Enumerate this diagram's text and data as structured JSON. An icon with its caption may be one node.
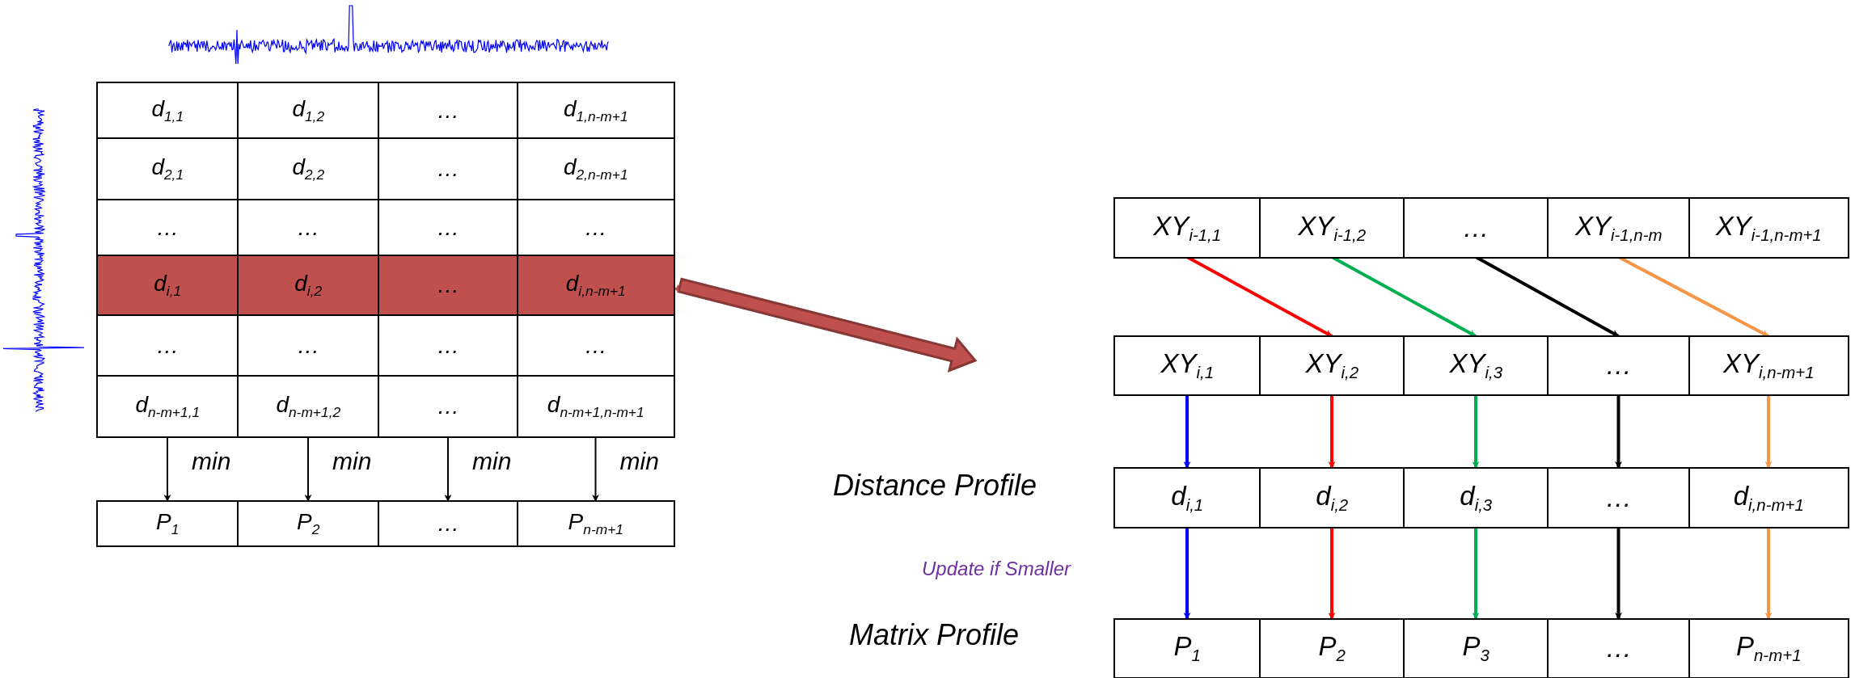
{
  "diagram": {
    "nodes": [
      {
        "text": [
          "d$_{1,1}$"
        ]
      },
      {
        "text": [
          "d$_{1,2}$"
        ]
      },
      {
        "text": [
          "…"
        ]
      },
      {
        "text": [
          "d$_{1,n-m+1}$"
        ]
      },
      {
        "text": [
          "d$_{2,1}$"
        ]
      },
      {
        "text": [
          "d$_{2,2}$"
        ]
      },
      {
        "text": [
          "…"
        ]
      },
      {
        "text": [
          "d$_{2,n-m+1}$"
        ]
      },
      {
        "text": [
          "…"
        ]
      },
      {
        "text": [
          "…"
        ]
      },
      {
        "text": [
          "…"
        ]
      },
      {
        "text": [
          "…"
        ]
      },
      {
        "text": [
          "d$_{i,1}$"
        ]
      },
      {
        "text": [
          "d$_{i,2}$"
        ]
      },
      {
        "text": [
          "…"
        ]
      },
      {
        "text": [
          "d$_{i,n-m+1}$"
        ]
      },
      {
        "text": [
          "…"
        ]
      },
      {
        "text": [
          "…"
        ]
      },
      {
        "text": [
          "…"
        ]
      },
      {
        "text": [
          "…"
        ]
      },
      {
        "text": [
          "d$_{n-m+1,1}$"
        ]
      },
      {
        "text": [
          "d$_{n-m+1,2}$"
        ]
      },
      {
        "text": [
          "…"
        ]
      },
      {
        "text": [
          "d$_{n-m+1,n-m+1}$"
        ]
      },
      {
        "text": [
          "P$_{1}$"
        ]
      },
      {
        "text": [
          "P$_{2}$"
        ]
      },
      {
        "text": [
          "…"
        ]
      },
      {
        "text": [
          "P$_{n-m+1}$"
        ]
      },
      {
        "text": [
          "XY$_{i-1,1}$"
        ]
      },
      {
        "text": [
          "XY$_{i-1,2}$"
        ]
      },
      {
        "text": [
          "…"
        ]
      },
      {
        "text": [
          "XY$_{i-1,n-m}$"
        ]
      },
      {
        "text": [
          "XY$_{i-1,n-m+1}$"
        ]
      },
      {
        "text": [
          "XY$_{i,1}$"
        ]
      },
      {
        "text": [
          "XY$_{i,2}$"
        ]
      },
      {
        "text": [
          "XY$_{i,3}$"
        ]
      },
      {
        "text": [
          "…"
        ]
      },
      {
        "text": [
          "XY$_{i,n-m+1}$"
        ]
      },
      {
        "text": [
          "d$_{i,1}$"
        ]
      },
      {
        "text": [
          "d$_{i,2}$"
        ]
      },
      {
        "text": [
          "d$_{i,3}$"
        ]
      },
      {
        "text": [
          "…"
        ]
      },
      {
        "text": [
          "d$_{i,n-m+1}$"
        ]
      },
      {
        "text": [
          "P$_{1}$"
        ]
      },
      {
        "text": [
          "P$_{2}$"
        ]
      },
      {
        "text": [
          "P$_{3}$"
        ]
      },
      {
        "text": [
          "…"
        ]
      },
      {
        "text": [
          "P$_{n-m+1}$"
        ]
      }
    ],
    "edges": [
      {
        "from": 20,
        "to": 24,
        "arrow": "to",
        "label": "min"
      },
      {
        "from": 21,
        "to": 25,
        "arrow": "to",
        "label": "min"
      },
      {
        "from": 22,
        "to": 26,
        "arrow": "to",
        "label": "min"
      },
      {
        "from": 23,
        "to": 27,
        "arrow": "to",
        "label": "min"
      },
      {
        "from": 15,
        "to": null,
        "arrow": "to",
        "style": "thick",
        "color": "#c0504d"
      },
      {
        "from": 28,
        "to": 34,
        "arrow": "to",
        "color": "#ff0000"
      },
      {
        "from": 29,
        "to": 35,
        "arrow": "to",
        "color": "#00b050"
      },
      {
        "from": 30,
        "to": 36,
        "arrow": "to"
      },
      {
        "from": 31,
        "to": 37,
        "arrow": "to",
        "color": "#f79646"
      },
      {
        "from": 33,
        "to": 38,
        "arrow": "to",
        "color": "#0000ff"
      },
      {
        "from": 34,
        "to": 39,
        "arrow": "to",
        "color": "#ff0000"
      },
      {
        "from": 35,
        "to": 40,
        "arrow": "to",
        "color": "#00b050"
      },
      {
        "from": 36,
        "to": 41,
        "arrow": "to"
      },
      {
        "from": 37,
        "to": 42,
        "arrow": "to",
        "color": "#f79646"
      },
      {
        "from": 38,
        "to": 43,
        "arrow": "to",
        "color": "#0000ff"
      },
      {
        "from": 39,
        "to": 44,
        "arrow": "to",
        "color": "#ff0000"
      },
      {
        "from": 40,
        "to": 45,
        "arrow": "to",
        "color": "#00b050"
      },
      {
        "from": 41,
        "to": 46,
        "arrow": "to"
      },
      {
        "from": 42,
        "to": 47,
        "arrow": "to",
        "color": "#f79646"
      }
    ],
    "labels": [
      "Distance Profile",
      "Matrix Profile",
      "Update if Smaller"
    ]
  }
}
